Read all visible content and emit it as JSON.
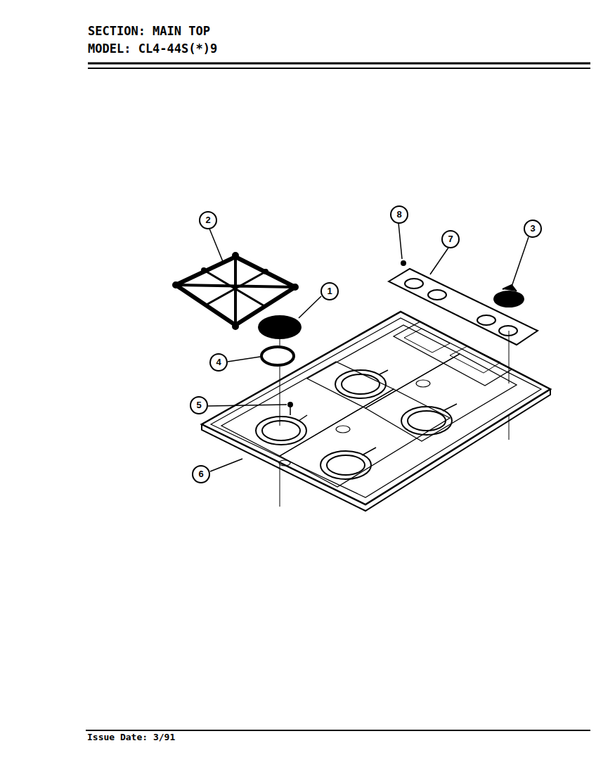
{
  "diagram": {
    "title": "SECTION: MAIN TOP",
    "caption": "Issue Date: 3/91",
    "labels": [
      "MODEL: CL4-44S(*)9",
      "2",
      "8",
      "7",
      "3",
      "1",
      "4",
      "5",
      "6"
    ]
  }
}
